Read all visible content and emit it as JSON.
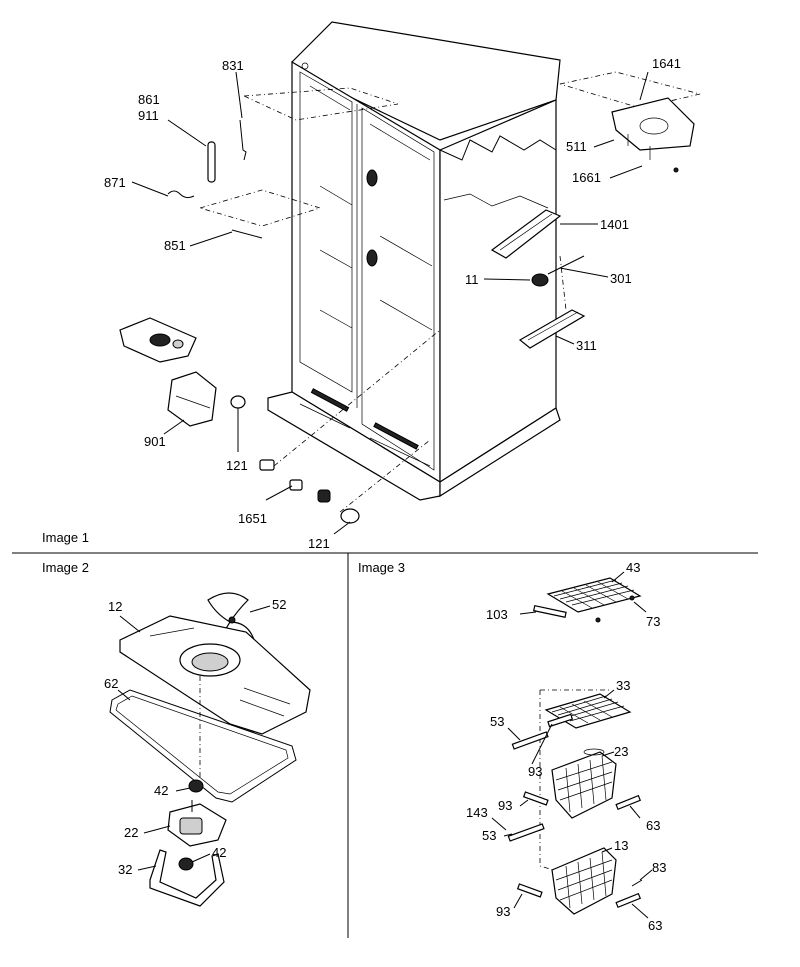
{
  "panels": [
    {
      "caption": "Image 1",
      "labels": [
        "831",
        "861",
        "911",
        "871",
        "851",
        "1641",
        "511",
        "1661",
        "1401",
        "11",
        "301",
        "311",
        "901",
        "121",
        "1651",
        "121"
      ]
    },
    {
      "caption": "Image 2",
      "labels": [
        "12",
        "52",
        "62",
        "42",
        "22",
        "42",
        "32"
      ]
    },
    {
      "caption": "Image 3",
      "labels": [
        "43",
        "103",
        "73",
        "33",
        "53",
        "93",
        "23",
        "93",
        "63",
        "143",
        "53",
        "13",
        "83",
        "93",
        "63"
      ]
    }
  ]
}
